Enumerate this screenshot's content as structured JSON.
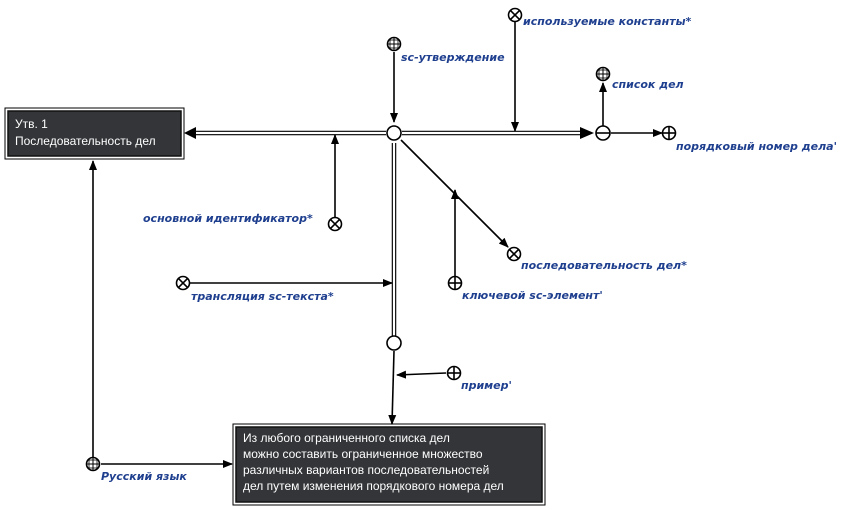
{
  "boxes": {
    "statement": {
      "lines": [
        "Утв. 1",
        "Последовательность дел"
      ]
    },
    "text": {
      "lines": [
        "Из любого ограниченного списка дел",
        "можно составить ограниченное множество",
        "различных вариантов последовательностей",
        "дел путем изменения порядкового номера дел"
      ]
    }
  },
  "labels": {
    "used_constants": "используемые константы*",
    "sc_statement": "sc-утверждение",
    "task_list": "список дел",
    "task_order_number": "порядковый номер дела'",
    "main_identifier": "основной идентификатор*",
    "task_sequence": "последовательность дел*",
    "sc_text_translation": "трансляция sc-текста*",
    "key_sc_element": "ключевой sc-элемент'",
    "example": "пример'",
    "russian_language": "Русский язык"
  },
  "icons": {
    "grid_node": "grid-circle-icon",
    "cross_node": "x-circle-icon",
    "plus_node": "plus-circle-icon",
    "minus_node": "minus-circle-icon",
    "plain_node": "empty-circle-icon"
  },
  "colors": {
    "label": "#1f3f8f",
    "box_fill": "#333538",
    "box_text": "#ffffff"
  }
}
